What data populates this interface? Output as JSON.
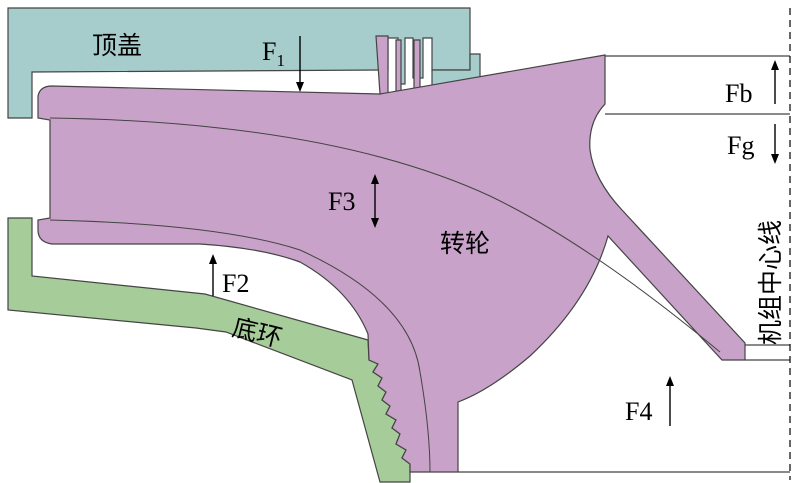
{
  "parts": {
    "head_cover": "顶盖",
    "bottom_ring": "底环",
    "runner": "转轮",
    "unit_centerline": "机组中心线"
  },
  "forces": {
    "f1": {
      "base": "F",
      "sub": "1"
    },
    "f2": "F2",
    "f3": "F3",
    "f4": "F4",
    "fb": "Fb",
    "fg": "Fg"
  },
  "colors": {
    "head_cover": "#a6cccb",
    "bottom_ring": "#a6cc99",
    "runner": "#c8a2c8",
    "outline": "#444444"
  }
}
